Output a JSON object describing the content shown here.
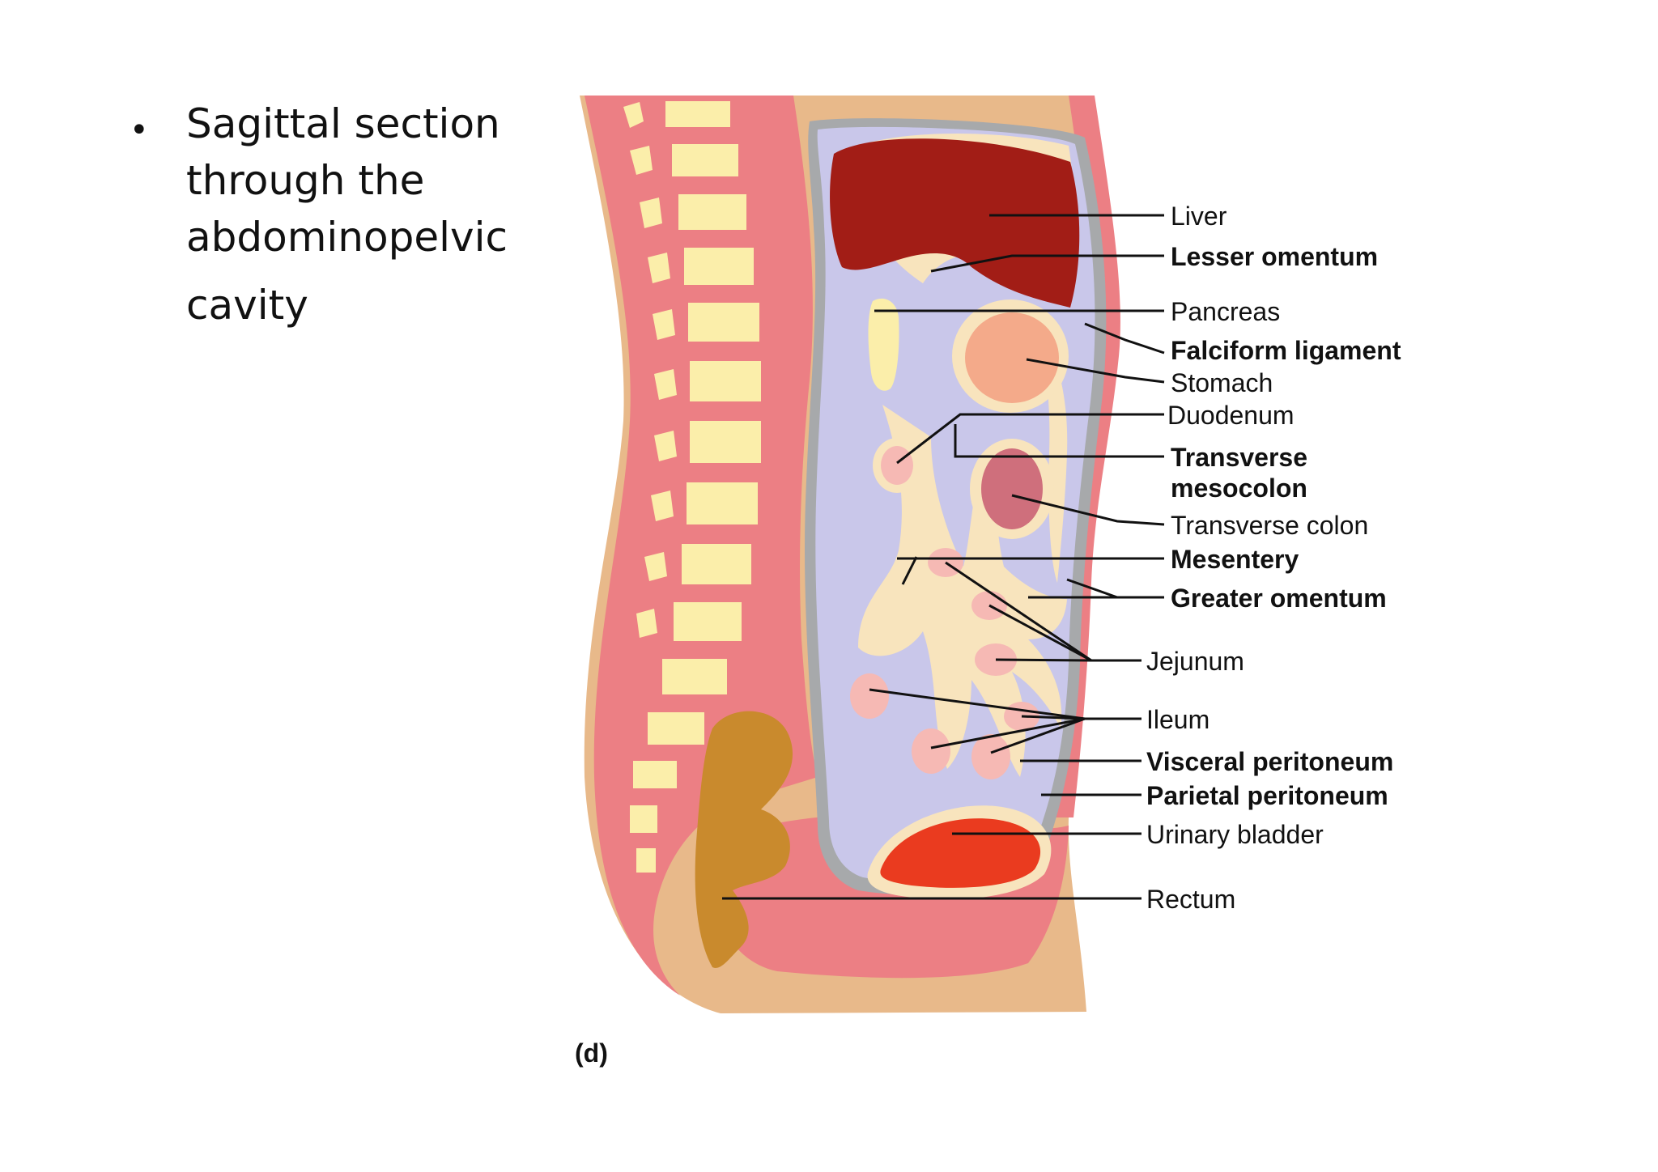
{
  "bullet": {
    "symbol": "•",
    "lines": [
      "Sagittal section",
      "through the",
      "abdominopelvic",
      "cavity"
    ]
  },
  "figure": {
    "panel_label": "(d)",
    "labels": [
      {
        "id": "liver",
        "text": "Liver",
        "bold": false
      },
      {
        "id": "lesser-omentum",
        "text": "Lesser omentum",
        "bold": true
      },
      {
        "id": "pancreas",
        "text": "Pancreas",
        "bold": false
      },
      {
        "id": "falciform-ligament",
        "text": "Falciform ligament",
        "bold": true
      },
      {
        "id": "stomach",
        "text": "Stomach",
        "bold": false
      },
      {
        "id": "duodenum",
        "text": "Duodenum",
        "bold": false
      },
      {
        "id": "transverse-mesocolon-1",
        "text": "Transverse",
        "bold": true
      },
      {
        "id": "transverse-mesocolon-2",
        "text": "mesocolon",
        "bold": true
      },
      {
        "id": "transverse-colon",
        "text": "Transverse colon",
        "bold": false
      },
      {
        "id": "mesentery",
        "text": "Mesentery",
        "bold": true
      },
      {
        "id": "greater-omentum",
        "text": "Greater omentum",
        "bold": true
      },
      {
        "id": "jejunum",
        "text": "Jejunum",
        "bold": false
      },
      {
        "id": "ileum",
        "text": "Ileum",
        "bold": false
      },
      {
        "id": "visceral-peritoneum",
        "text": "Visceral peritoneum",
        "bold": true
      },
      {
        "id": "parietal-peritoneum",
        "text": "Parietal peritoneum",
        "bold": true
      },
      {
        "id": "urinary-bladder",
        "text": "Urinary bladder",
        "bold": false
      },
      {
        "id": "rectum",
        "text": "Rectum",
        "bold": false
      }
    ]
  },
  "colors": {
    "skin": "#e8b98a",
    "muscle": "#ec7f84",
    "bone": "#fbeeaa",
    "membrane": "#a7a9ab",
    "peritoneal_cavity": "#c9c7ea",
    "fat": "#f8e4bd",
    "liver": "#a21d16",
    "stomach": "#f4aa8a",
    "colon": "#cf6f7c",
    "intestine": "#f6b9b4",
    "bladder": "#ea3b1f",
    "rectum": "#c98a2d"
  }
}
